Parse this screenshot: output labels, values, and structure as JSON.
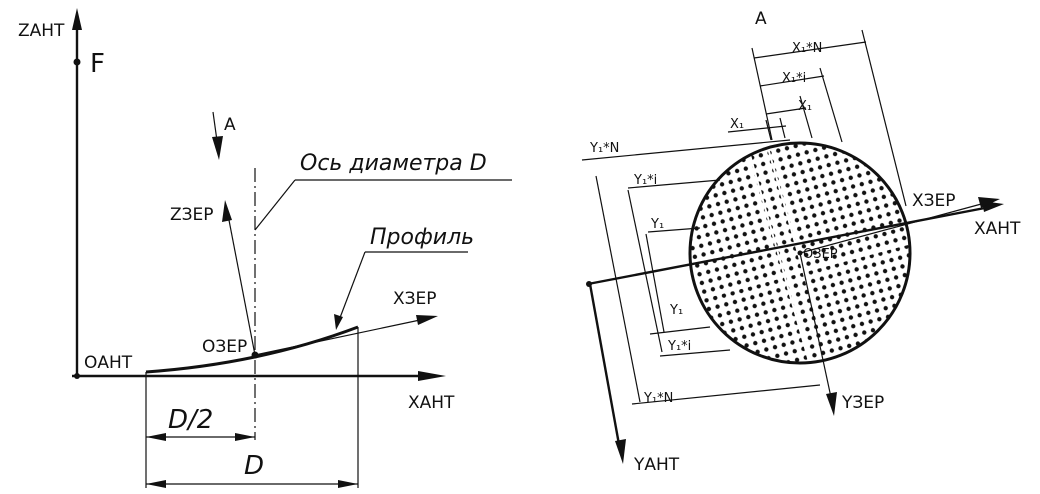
{
  "left_diagram": {
    "z_ant": "ZАНТ",
    "f_label": "F",
    "a_label": "A",
    "diameter_axis_label": "Ось диаметра D",
    "z_zer": "ZЗЕР",
    "profile_label": "Профиль",
    "x_zer": "XЗЕР",
    "o_zer": "OЗЕР",
    "o_ant": "OАНТ",
    "x_ant": "XАНТ",
    "d_half": "D/2",
    "d": "D"
  },
  "right_diagram": {
    "a_label": "A",
    "x1n": "X₁*N",
    "x1i": "X₁*i",
    "x1_top": "X₁",
    "x1_small": "X₁",
    "y1n_top": "Y₁*N",
    "y1i_top": "Y₁*i",
    "y1_top": "Y₁",
    "x_zer": "XЗЕР",
    "x_ant": "XАНТ",
    "o_zer": "OЗЕР",
    "y1_bottom": "Y₁",
    "y1i_bottom": "Y₁*i",
    "y1n_bottom": "Y₁*N",
    "y_zer": "YЗЕР",
    "y_ant": "YАНТ"
  }
}
